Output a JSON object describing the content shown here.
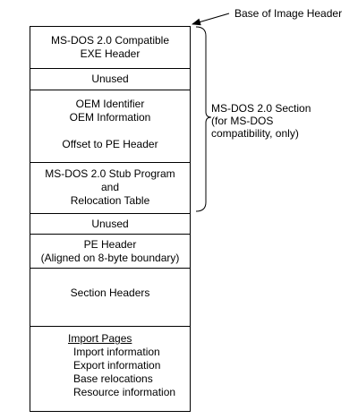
{
  "diagram": {
    "blocks": [
      {
        "id": "exe-header",
        "lines": [
          "MS-DOS 2.0 Compatible",
          "EXE Header"
        ]
      },
      {
        "id": "unused-1",
        "lines": [
          "Unused"
        ]
      },
      {
        "id": "oem",
        "lines": [
          "OEM Identifier",
          "OEM Information",
          "",
          "Offset to PE Header"
        ]
      },
      {
        "id": "stub",
        "lines": [
          "MS-DOS 2.0 Stub Program",
          "and",
          "Relocation Table"
        ]
      },
      {
        "id": "unused-2",
        "lines": [
          "Unused"
        ]
      },
      {
        "id": "pe-header",
        "lines": [
          "PE Header",
          "(Aligned on 8-byte boundary)"
        ]
      },
      {
        "id": "section-headers",
        "lines": [
          "Section Headers"
        ]
      },
      {
        "id": "import-pages",
        "lines": [
          "Import Pages",
          "Import information",
          "Export information",
          "Base relocations",
          "Resource information"
        ]
      }
    ],
    "base_label": "Base of Image Header",
    "msdos_section_lines": [
      "MS-DOS 2.0 Section",
      "(for MS-DOS",
      "compatibility, only)"
    ]
  }
}
